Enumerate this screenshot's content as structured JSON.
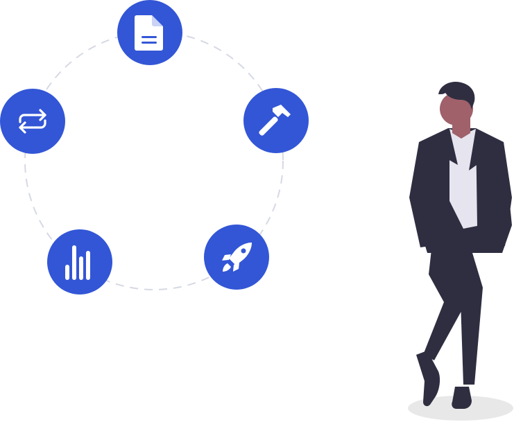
{
  "illustration": {
    "colors": {
      "accent": "#3356d6",
      "ring": "#d6d9e4",
      "icon": "#ffffff",
      "suit": "#2f2e41",
      "skin": "#a0616a",
      "hair": "#2f2e41",
      "shirt": "#e6e4ee",
      "shadow": "#e8e8e8"
    },
    "cycle_nodes": [
      {
        "name": "document",
        "icon": "document-icon"
      },
      {
        "name": "build",
        "icon": "hammer-icon"
      },
      {
        "name": "launch",
        "icon": "rocket-icon"
      },
      {
        "name": "analytics",
        "icon": "bar-chart-icon"
      },
      {
        "name": "repeat",
        "icon": "repeat-icon"
      }
    ],
    "person": {
      "pose": "standing-hands-in-pockets",
      "figure": "businessman"
    }
  }
}
